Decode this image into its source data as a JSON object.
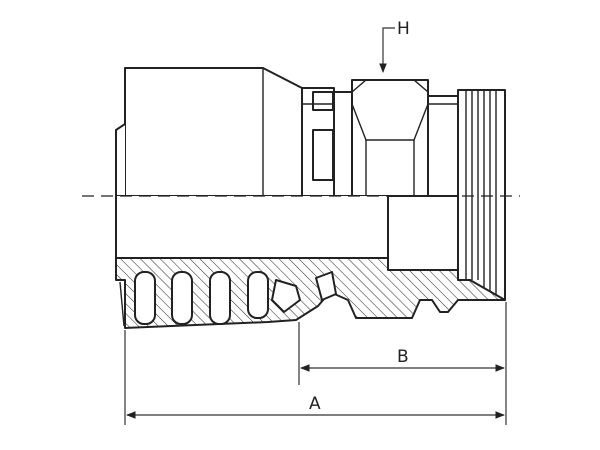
{
  "labels": {
    "h": "H",
    "b": "B",
    "a": "A"
  },
  "colors": {
    "line": "#222222",
    "background": "#ffffff"
  }
}
